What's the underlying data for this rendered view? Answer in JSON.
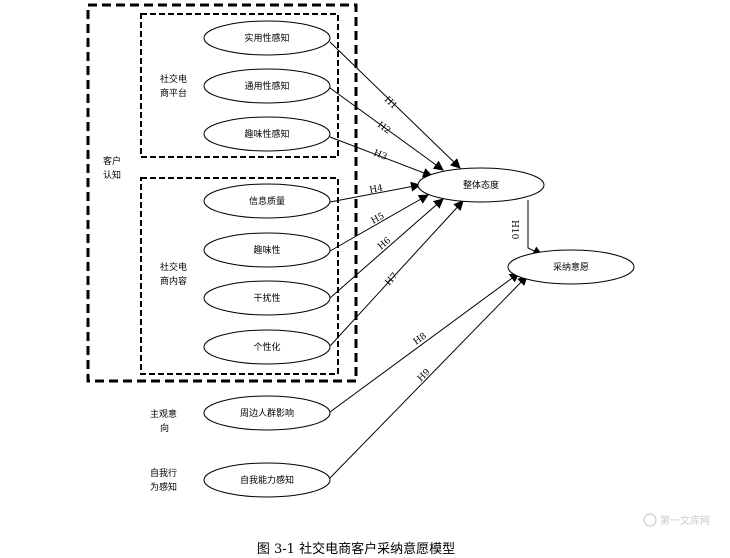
{
  "groups": {
    "customer_cognition": "客户认知",
    "platform": [
      "社交电",
      "商平台"
    ],
    "content": [
      "社交电",
      "商内容"
    ],
    "subjective_intention": [
      "主观意",
      "向"
    ],
    "self_behavior": [
      "自我行",
      "为感知"
    ],
    "customer_label": [
      "客户",
      "认知"
    ]
  },
  "nodes": {
    "practical": "实用性感知",
    "general": "通用性感知",
    "fun_perception": "趣味性感知",
    "info_quality": "信息质量",
    "interest": "趣味性",
    "interference": "干扰性",
    "personalization": "个性化",
    "overall_attitude": "整体态度",
    "purchase_intention": "采纳意愿",
    "peer_influence": "周边人群影响",
    "self_efficacy": "自我能力感知"
  },
  "hypotheses": {
    "h1": "H1",
    "h2": "H2",
    "h3": "H3",
    "h4": "H4",
    "h5": "H5",
    "h6": "H6",
    "h7": "H7",
    "h8": "H8",
    "h9": "H9",
    "h10": "H10"
  },
  "caption": "图 3-1  社交电商客户采纳意愿模型",
  "watermark": "第一文库网"
}
